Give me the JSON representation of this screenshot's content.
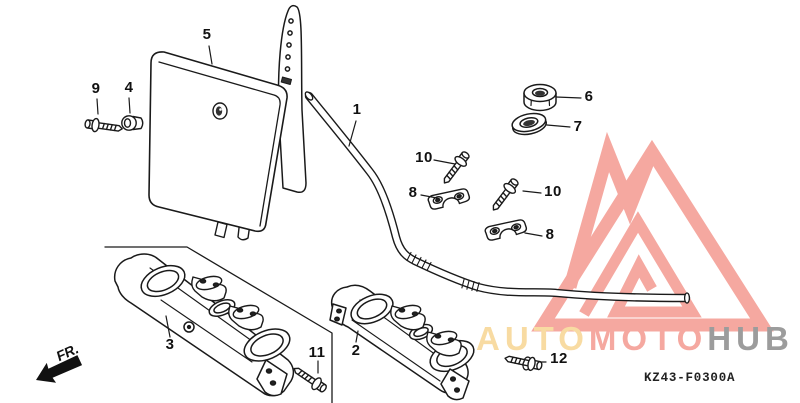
{
  "page": {
    "background_color": "#ffffff",
    "line_color": "#1a1a1a"
  },
  "diagram": {
    "code": "KZ43-F0300A",
    "front_marker": "FR.",
    "callouts": [
      {
        "part": "5"
      },
      {
        "part": "9"
      },
      {
        "part": "4"
      },
      {
        "part": "1"
      },
      {
        "part": "6"
      },
      {
        "part": "7"
      },
      {
        "part": "10"
      },
      {
        "part": "8"
      },
      {
        "part": "10"
      },
      {
        "part": "8"
      },
      {
        "part": "3"
      },
      {
        "part": "11"
      },
      {
        "part": "2"
      },
      {
        "part": "12"
      }
    ]
  },
  "watermark": {
    "segments": [
      {
        "text": "AUTO",
        "color": "#f8dba2"
      },
      {
        "text": "MOTO",
        "color": "#f5a8a0"
      },
      {
        "text": "HUB",
        "color": "#9c9c9c"
      }
    ],
    "mark_color": "#f5a8a0"
  }
}
